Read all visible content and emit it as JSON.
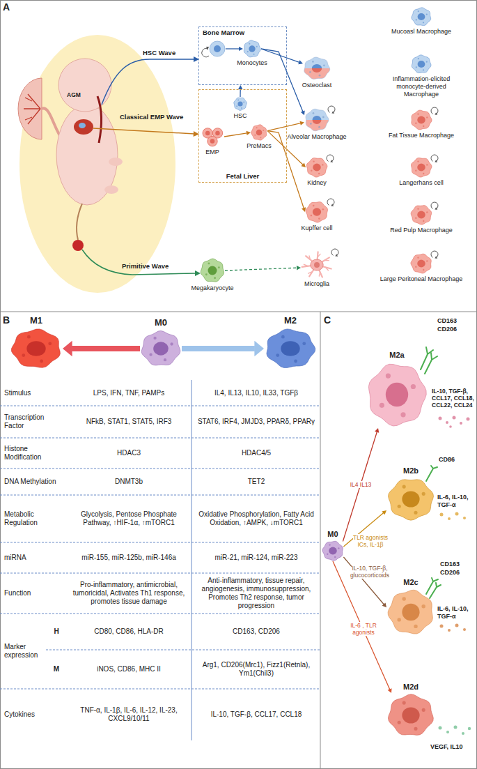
{
  "diagram": {
    "nodes": [
      {
        "text": [
          "Bone Marrow"
        ]
      },
      {
        "text": [
          "Monocytes"
        ],
        "in": 0
      },
      {
        "text": [
          "Fetal Liver"
        ]
      },
      {
        "text": [
          "HSC"
        ],
        "in": 2
      },
      {
        "text": [
          "EMP"
        ],
        "in": 2
      },
      {
        "text": [
          "PreMacs"
        ],
        "in": 2
      },
      {
        "text": [
          "Megakaryocyte"
        ]
      },
      {
        "text": [
          "Osteoclast"
        ]
      },
      {
        "text": [
          "Alveolar Macrophage"
        ]
      },
      {
        "text": [
          "Kidney"
        ]
      },
      {
        "text": [
          "Kupffer cell"
        ]
      },
      {
        "text": [
          "Microglia"
        ]
      },
      {
        "text": [
          "Mucoasl Macrophage"
        ]
      },
      {
        "text": [
          "Inflammation-elicited monocyte-derived Macrophage"
        ]
      },
      {
        "text": [
          "Fat Tissue Macrophage"
        ]
      },
      {
        "text": [
          "Langerhans cell"
        ]
      },
      {
        "text": [
          "Red Pulp Macrophage"
        ]
      },
      {
        "text": [
          "Large Peritoneal Macrophage"
        ]
      },
      {
        "text": [
          "M1"
        ]
      },
      {
        "text": [
          "M0"
        ]
      },
      {
        "text": [
          "M2"
        ]
      },
      {
        "text": [
          "M2a"
        ]
      },
      {
        "text": [
          "M2b"
        ]
      },
      {
        "text": [
          "M0"
        ]
      },
      {
        "text": [
          "M2c"
        ]
      },
      {
        "text": [
          "M2d"
        ]
      }
    ],
    "edges": [
      {
        "from": 3,
        "to": 0,
        "arrow": "to"
      },
      {
        "from": 1,
        "to": 7,
        "arrow": "to"
      },
      {
        "from": 1,
        "to": 8,
        "arrow": "to"
      },
      {
        "from": 4,
        "to": 5,
        "arrow": "to"
      },
      {
        "from": 5,
        "to": 8,
        "arrow": "to"
      },
      {
        "from": 5,
        "to": 9,
        "arrow": "to"
      },
      {
        "from": 5,
        "to": 10,
        "arrow": "to"
      },
      {
        "from": 6,
        "to": 11,
        "arrow": "to"
      },
      {
        "from": 19,
        "to": 18,
        "arrow": "to"
      },
      {
        "from": 19,
        "to": 20,
        "arrow": "to"
      },
      {
        "from": 23,
        "to": 21,
        "label": "IL4 IL13",
        "arrow": "to"
      },
      {
        "from": 23,
        "to": 22,
        "label": "TLR agonists ICs, IL-1β",
        "arrow": "to"
      },
      {
        "from": 23,
        "to": 24,
        "label": "IL-10, TGF-β, glucocorticoids",
        "arrow": "to"
      },
      {
        "from": 23,
        "to": 25,
        "label": "IL-6 , TLR agonists",
        "arrow": "to"
      }
    ],
    "labels": [
      "A",
      "HSC Wave",
      "Classical EMP Wave",
      "Primitive Wave",
      "AGM",
      "B",
      "C",
      "Stimulus",
      "LPS, IFN, TNF, PAMPs",
      "IL4, IL13, IL10, IL33, TGFβ",
      "Transcription Factor",
      "NFkB, STAT1, STAT5, IRF3",
      "STAT6, IRF4, JMJD3, PPARδ, PPARγ",
      "Histone Modification",
      "HDAC3",
      "HDAC4/5",
      "DNA Methylation",
      "DNMT3b",
      "TET2",
      "Metabolic Regulation",
      "Glycolysis, Pentose Phosphate Pathway, ↑HIF-1α, ↑mTORC1",
      "Oxidative Phosphorylation, Fatty Acid Oxidation, ↑AMPK, ↓mTORC1",
      "miRNA",
      "miR-155, miR-125b, miR-146a",
      "miR-21, miR-124, miR-223",
      "Function",
      "Pro-inflammatory, antimicrobial, tumoricidal, Activates Th1 response, promotes tissue damage",
      "Anti-inflammatory, tissue repair, angiogenesis, immunosuppression, Promotes Th2 response, tumor progression",
      "Marker expression",
      "H",
      "CD80, CD86, HLA-DR",
      "CD163, CD206",
      "M",
      "iNOS, CD86, MHC II",
      "Arg1, CD206(Mrc1), Fizz1(Retnla), Ym1(Chil3)",
      "Cytokines",
      "TNF-α, IL-1β, IL-6, IL-12, IL-23, CXCL9/10/11",
      "IL-10, TGF-β, CCL17, CCL18",
      "CD163",
      "CD206",
      "IL-10, TGF-β, CCL17, CCL18, CCL22, CCL24",
      "CD86",
      "IL-6, IL-10, TGF-α",
      "CD163",
      "CD206",
      "IL-6, IL-10, TGF-α",
      "VEGF, IL10"
    ]
  }
}
